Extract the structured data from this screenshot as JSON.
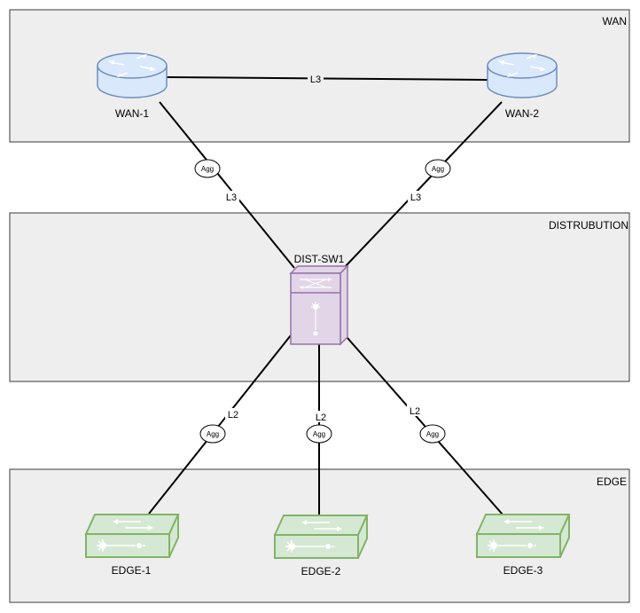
{
  "zones": {
    "wan": "WAN",
    "distribution": "DISTRUBUTION",
    "edge": "EDGE"
  },
  "devices": {
    "wan1": "WAN-1",
    "wan2": "WAN-2",
    "dist": "DIST-SW1",
    "edge1": "EDGE-1",
    "edge2": "EDGE-2",
    "edge3": "EDGE-3"
  },
  "links": {
    "wan_peer": "L3",
    "wan1_dist": "L3",
    "wan2_dist": "L3",
    "dist_edge1": "L2",
    "dist_edge2": "L2",
    "dist_edge3": "L2"
  },
  "agg_label": "Agg",
  "colors": {
    "router_fill": "#dae8fc",
    "router_stroke": "#6c8ebf",
    "l3switch_fill": "#e1d5e7",
    "l3switch_stroke": "#9673a6",
    "switch_fill": "#d5e8d4",
    "switch_stroke": "#82b366"
  },
  "icons": {
    "router": "router-icon",
    "l3switch": "l3-switch-icon",
    "switch": "switch-icon"
  }
}
